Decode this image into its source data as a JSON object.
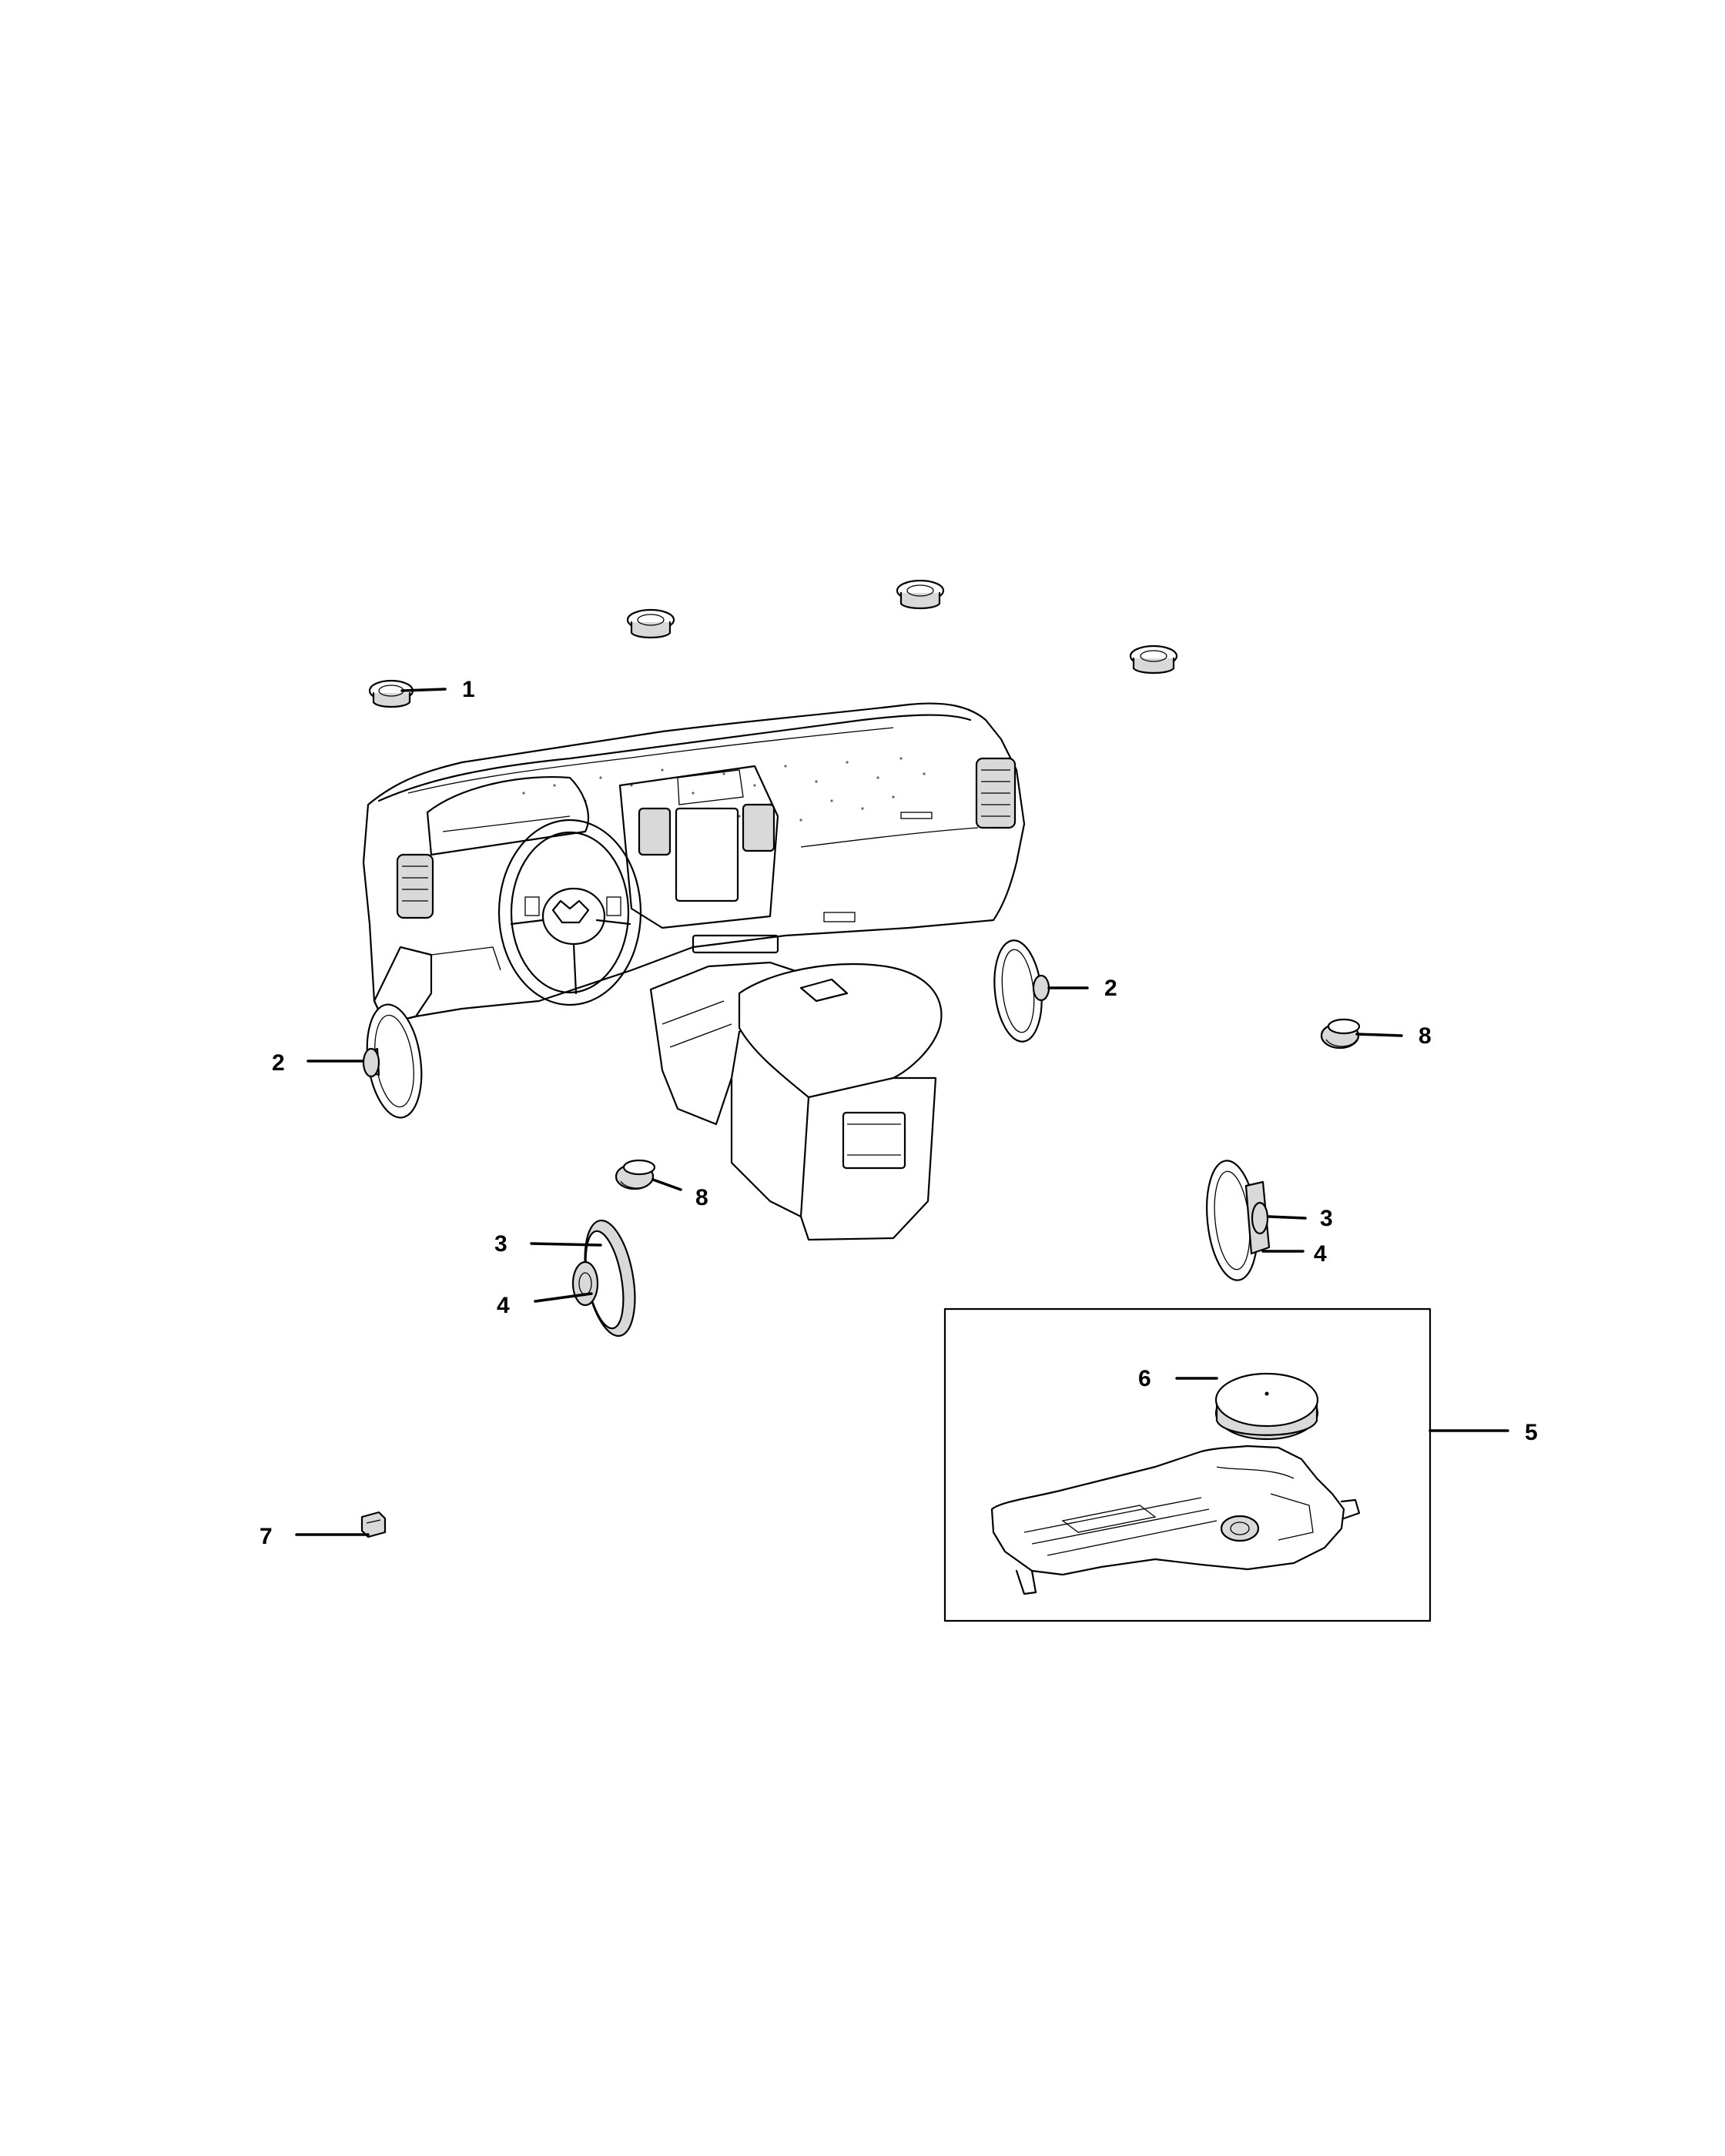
{
  "callouts": [
    {
      "id": "c1",
      "label": "1"
    },
    {
      "id": "c2a",
      "label": "2"
    },
    {
      "id": "c2b",
      "label": "2"
    },
    {
      "id": "c3a",
      "label": "3"
    },
    {
      "id": "c3b",
      "label": "3"
    },
    {
      "id": "c4a",
      "label": "4"
    },
    {
      "id": "c4b",
      "label": "4"
    },
    {
      "id": "c5",
      "label": "5"
    },
    {
      "id": "c6",
      "label": "6"
    },
    {
      "id": "c7",
      "label": "7"
    },
    {
      "id": "c8a",
      "label": "8"
    },
    {
      "id": "c8b",
      "label": "8"
    }
  ]
}
